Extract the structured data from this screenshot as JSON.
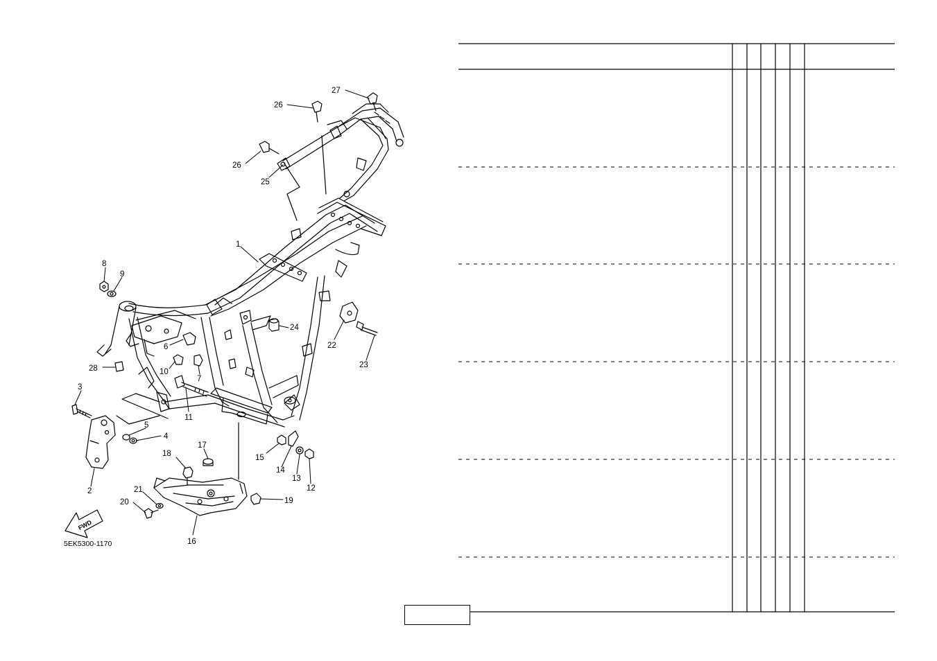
{
  "diagram": {
    "ref_code": "5EK5300-1170",
    "fwd_label": "FWD",
    "callouts": [
      {
        "n": "1"
      },
      {
        "n": "2"
      },
      {
        "n": "3"
      },
      {
        "n": "4"
      },
      {
        "n": "5"
      },
      {
        "n": "6"
      },
      {
        "n": "7"
      },
      {
        "n": "8"
      },
      {
        "n": "9"
      },
      {
        "n": "10"
      },
      {
        "n": "11"
      },
      {
        "n": "12"
      },
      {
        "n": "13"
      },
      {
        "n": "14"
      },
      {
        "n": "15"
      },
      {
        "n": "16"
      },
      {
        "n": "17"
      },
      {
        "n": "18"
      },
      {
        "n": "19"
      },
      {
        "n": "20"
      },
      {
        "n": "21"
      },
      {
        "n": "22"
      },
      {
        "n": "23"
      },
      {
        "n": "24"
      },
      {
        "n": "25"
      },
      {
        "n": "26"
      },
      {
        "n": "26"
      },
      {
        "n": "27"
      },
      {
        "n": "28"
      }
    ]
  },
  "parts_table": {
    "header": [],
    "row_groups": 6,
    "rows": []
  },
  "footer": {
    "page_label": ""
  }
}
